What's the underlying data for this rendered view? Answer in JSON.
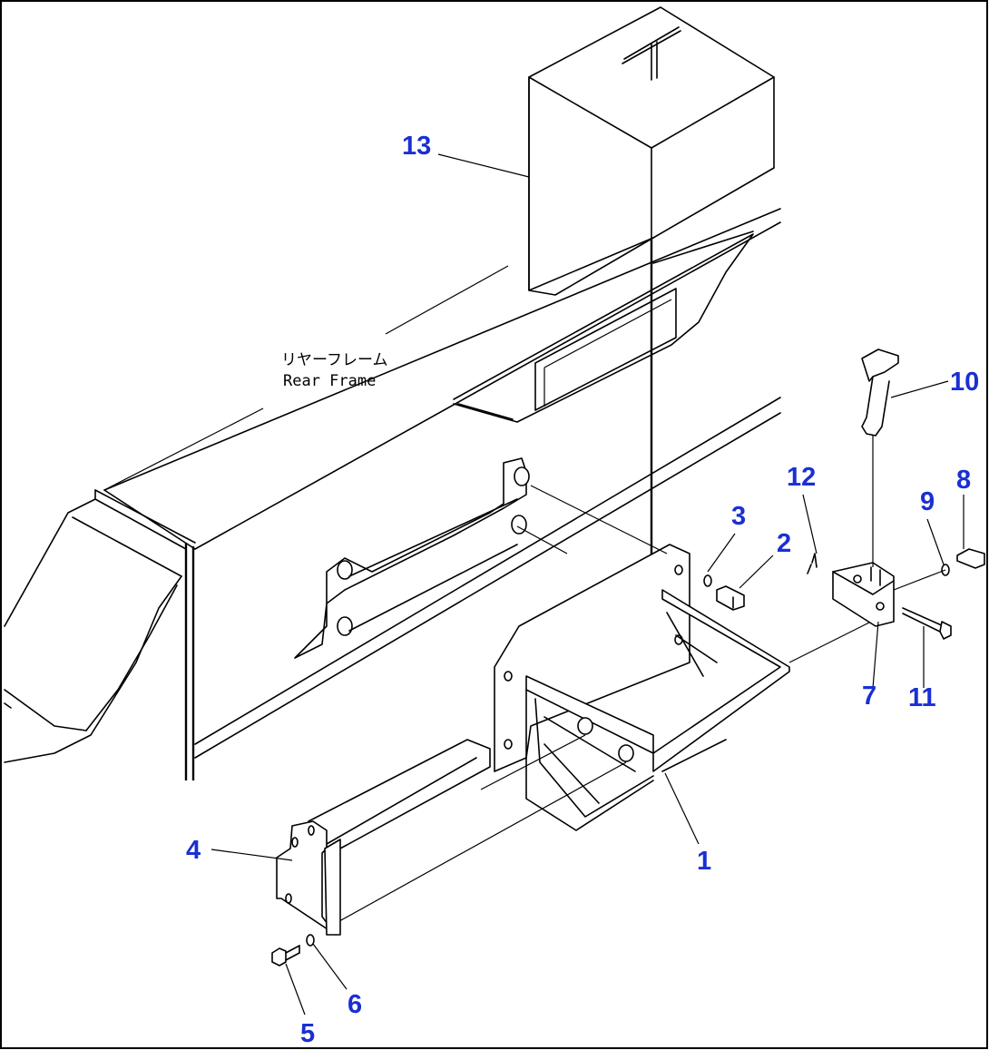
{
  "frame_label": {
    "jp": "リヤーフレーム",
    "en": "Rear Frame"
  },
  "callouts": {
    "c1": "1",
    "c2": "2",
    "c3": "3",
    "c4": "4",
    "c5": "5",
    "c6": "6",
    "c7": "7",
    "c8": "8",
    "c9": "9",
    "c10": "10",
    "c11": "11",
    "c12": "12",
    "c13": "13"
  },
  "colors": {
    "callout": "#1a2fd4",
    "line": "#000000",
    "background": "#ffffff"
  }
}
